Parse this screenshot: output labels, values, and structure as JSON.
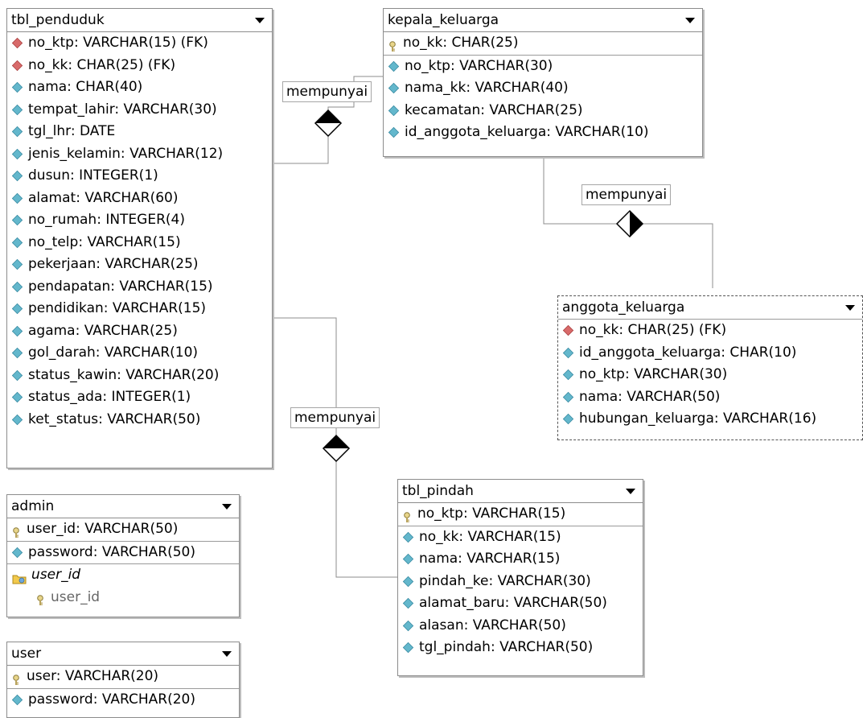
{
  "tables": {
    "tbl_penduduk": {
      "title": "tbl_penduduk",
      "fields": [
        {
          "text": "no_ktp: VARCHAR(15) (FK)",
          "kind": "fk"
        },
        {
          "text": "no_kk: CHAR(25) (FK)",
          "kind": "fk"
        },
        {
          "text": "nama: CHAR(40)",
          "kind": "col"
        },
        {
          "text": "tempat_lahir: VARCHAR(30)",
          "kind": "col"
        },
        {
          "text": "tgl_lhr: DATE",
          "kind": "col"
        },
        {
          "text": "jenis_kelamin: VARCHAR(12)",
          "kind": "col"
        },
        {
          "text": "dusun: INTEGER(1)",
          "kind": "col"
        },
        {
          "text": "alamat: VARCHAR(60)",
          "kind": "col"
        },
        {
          "text": "no_rumah: INTEGER(4)",
          "kind": "col"
        },
        {
          "text": "no_telp: VARCHAR(15)",
          "kind": "col"
        },
        {
          "text": "pekerjaan: VARCHAR(25)",
          "kind": "col"
        },
        {
          "text": "pendapatan: VARCHAR(15)",
          "kind": "col"
        },
        {
          "text": "pendidikan: VARCHAR(15)",
          "kind": "col"
        },
        {
          "text": "agama: VARCHAR(25)",
          "kind": "col"
        },
        {
          "text": "gol_darah: VARCHAR(10)",
          "kind": "col"
        },
        {
          "text": "status_kawin: VARCHAR(20)",
          "kind": "col"
        },
        {
          "text": "status_ada: INTEGER(1)",
          "kind": "col"
        },
        {
          "text": "ket_status: VARCHAR(50)",
          "kind": "col"
        }
      ]
    },
    "kepala_keluarga": {
      "title": "kepala_keluarga",
      "pk": "no_kk: CHAR(25)",
      "fields": [
        {
          "text": "no_ktp: VARCHAR(30)",
          "kind": "col"
        },
        {
          "text": "nama_kk: VARCHAR(40)",
          "kind": "col"
        },
        {
          "text": "kecamatan: VARCHAR(25)",
          "kind": "col"
        },
        {
          "text": "id_anggota_keluarga: VARCHAR(10)",
          "kind": "col"
        }
      ]
    },
    "anggota_keluarga": {
      "title": "anggota_keluarga",
      "fields": [
        {
          "text": "no_kk: CHAR(25) (FK)",
          "kind": "fk"
        },
        {
          "text": "id_anggota_keluarga: CHAR(10)",
          "kind": "col"
        },
        {
          "text": "no_ktp: VARCHAR(30)",
          "kind": "col"
        },
        {
          "text": "nama: VARCHAR(50)",
          "kind": "col"
        },
        {
          "text": "hubungan_keluarga: VARCHAR(16)",
          "kind": "col"
        }
      ]
    },
    "tbl_pindah": {
      "title": "tbl_pindah",
      "pk": "no_ktp: VARCHAR(15)",
      "fields": [
        {
          "text": "no_kk: VARCHAR(15)",
          "kind": "col"
        },
        {
          "text": "nama: VARCHAR(15)",
          "kind": "col"
        },
        {
          "text": "pindah_ke: VARCHAR(30)",
          "kind": "col"
        },
        {
          "text": "alamat_baru: VARCHAR(50)",
          "kind": "col"
        },
        {
          "text": "alasan: VARCHAR(50)",
          "kind": "col"
        },
        {
          "text": "tgl_pindah: VARCHAR(50)",
          "kind": "col"
        }
      ]
    },
    "admin": {
      "title": "admin",
      "pk": "user_id: VARCHAR(50)",
      "fields": [
        {
          "text": "password: VARCHAR(50)",
          "kind": "col"
        }
      ],
      "index_name": "user_id",
      "index_key": "user_id"
    },
    "user": {
      "title": "user",
      "pk": "user: VARCHAR(20)",
      "fields": [
        {
          "text": "password: VARCHAR(20)",
          "kind": "col"
        }
      ]
    }
  },
  "relations": [
    {
      "label": "mempunyai"
    },
    {
      "label": "mempunyai"
    },
    {
      "label": "mempunyai"
    }
  ],
  "colors": {
    "column_icon": "#63b7cc",
    "fk_icon": "#d86a6a",
    "line": "#8c8c8c"
  }
}
